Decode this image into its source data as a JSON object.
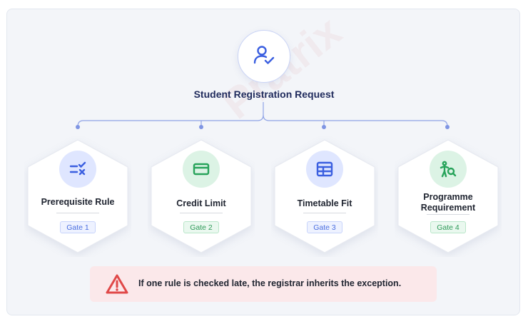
{
  "root": {
    "title": "Student Registration Request",
    "icon": "user-check-icon"
  },
  "gates": [
    {
      "label": "Prerequisite Rule",
      "badge": "Gate 1",
      "icon": "prerequisite-check-icon",
      "theme": "blue"
    },
    {
      "label": "Credit Limit",
      "badge": "Gate 2",
      "icon": "credit-card-icon",
      "theme": "green"
    },
    {
      "label": "Timetable Fit",
      "badge": "Gate 3",
      "icon": "timetable-grid-icon",
      "theme": "blue"
    },
    {
      "label": "Programme Requirement",
      "badge": "Gate 4",
      "icon": "programme-search-icon",
      "theme": "green"
    }
  ],
  "alert": {
    "text": "If one rule is checked late, the registrar inherits the exception.",
    "icon": "warning-icon"
  },
  "colors": {
    "blue_accent": "#3b5fe0",
    "green_accent": "#27a35a",
    "alert_red": "#e04848",
    "alert_bg": "#fbe8ea"
  }
}
